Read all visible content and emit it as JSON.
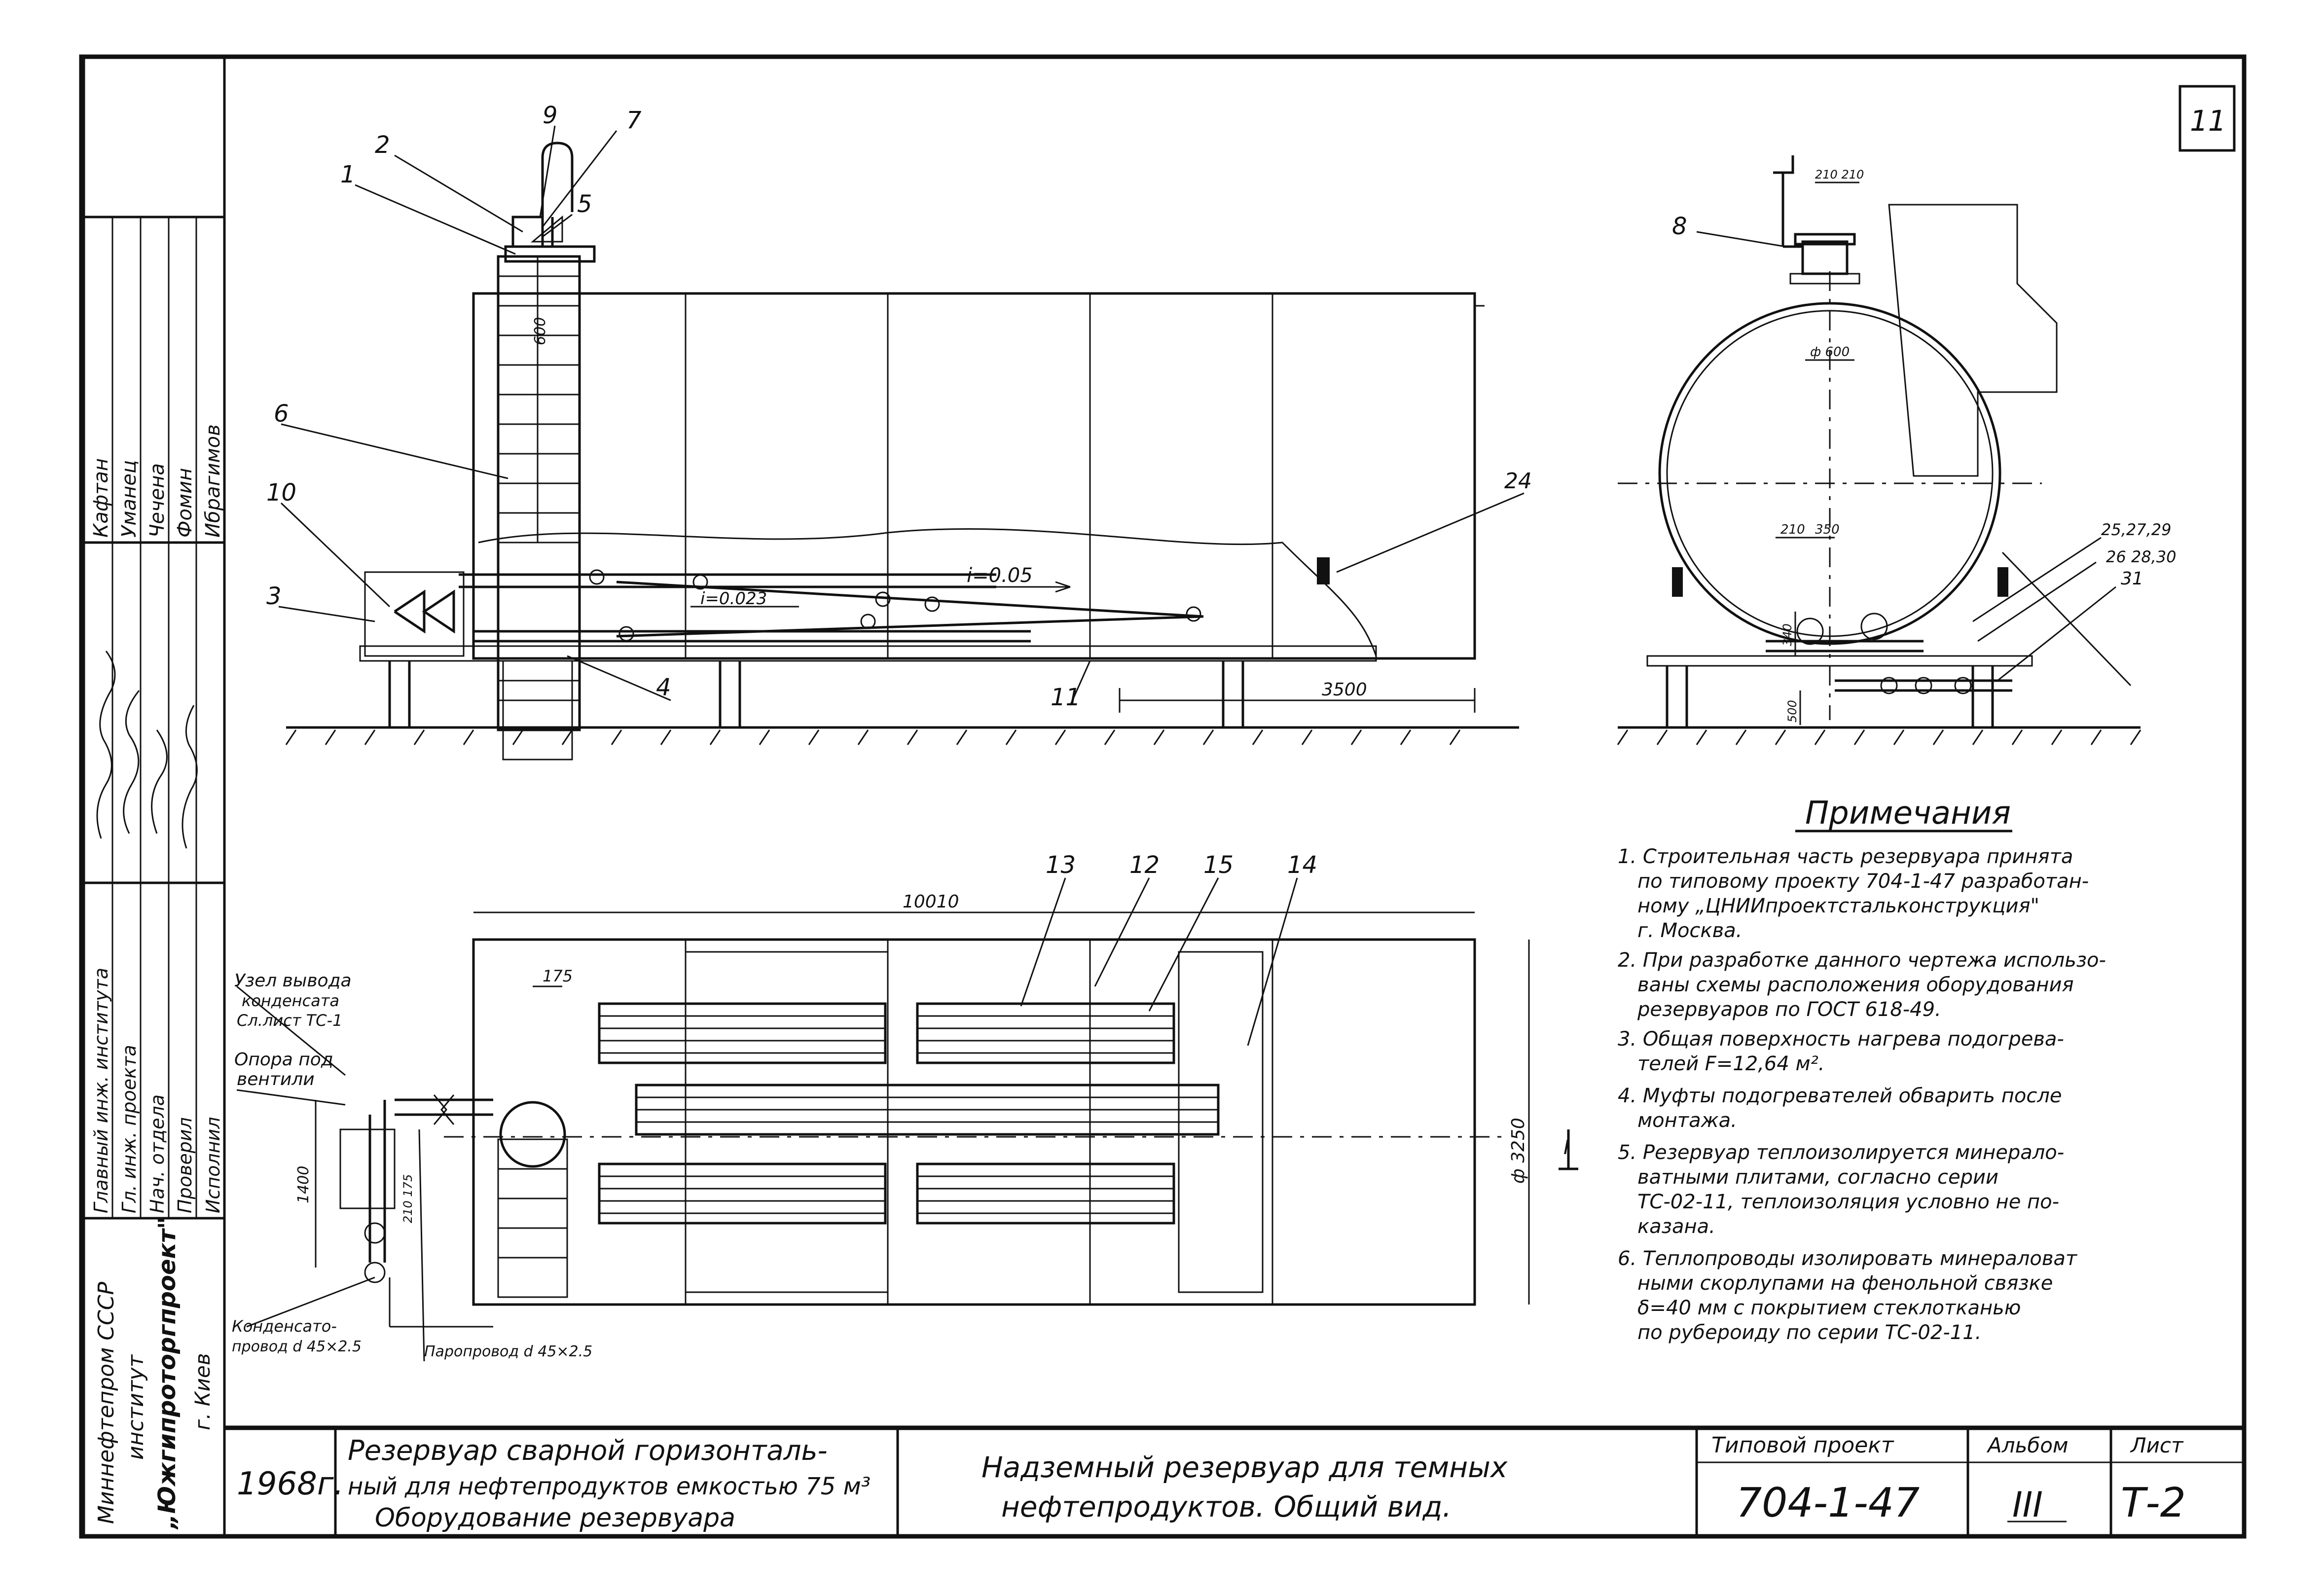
{
  "sheet_corner": "11",
  "callouts": {
    "elevation": [
      "1",
      "2",
      "9",
      "7",
      "5",
      "6",
      "10",
      "3",
      "4",
      "11",
      "24"
    ],
    "section": [
      "8",
      "25,27,29",
      "26 28,30",
      "31"
    ],
    "plan": [
      "13",
      "12",
      "15",
      "14"
    ]
  },
  "dimensions": {
    "d600_vert": "600",
    "slope_1": "i=0.05",
    "slope_2": "i=0.023",
    "len_3500": "3500",
    "d600_circle": "ф 600",
    "d_210_210": "210 210",
    "d_210": "210",
    "d_350": "350",
    "d_340": "340",
    "d_500": "500",
    "len_10010": "10010",
    "d_175": "175",
    "d_1400": "1400",
    "d_210_175": "210 175",
    "dia_3250": "ф 3250",
    "cut_mark": "I"
  },
  "plan_labels": {
    "condensate_node": [
      "Узел вывода",
      "конденсата",
      "Сл.лист ТС-1"
    ],
    "valve_support": [
      "Опора под",
      "вентили"
    ],
    "condensate_pipe": [
      "Конденсато-",
      "провод d 45×2.5"
    ],
    "steam_pipe": "Паропровод d 45×2.5"
  },
  "notes": {
    "title": "Примечания",
    "lines": [
      "1. Строительная часть резервуара принята",
      "по типовому проекту 704-1-47 разработан-",
      "ному „ЦНИИпроектстальконструкция\"",
      "г. Москва.",
      "2. При разработке данного чертежа использо-",
      "ваны схемы расположения оборудования",
      "резервуаров по ГОСТ 618-49.",
      "3. Общая поверхность нагрева подогрева-",
      "телей F=12,64 м².",
      "4. Муфты подогревателей обварить после",
      "монтажа.",
      "5. Резервуар теплоизолируется минерало-",
      "ватными плитами, согласно серии",
      "ТС-02-11, теплоизоляция условно не по-",
      "казана.",
      "6. Теплопроводы изолировать минераловат",
      "ными скорлупами на фенольной связке",
      "δ=40 мм с покрытием стеклотканью",
      "по рубероиду по серии ТС-02-11."
    ]
  },
  "side_stamp": {
    "row1": [
      "Кафтан",
      "Уманец",
      "Чечена",
      "Фомин",
      "Ибрагимов"
    ],
    "row2": [
      "Главный инж. института",
      "Гл. инж. проекта",
      "Нач. отдела",
      "Проверил",
      "Исполнил"
    ],
    "org": [
      "Миннефтепром СССР",
      "институт",
      "„Южгипроторгпроект\"",
      "г. Киев"
    ]
  },
  "title_block": {
    "year": "1968г.",
    "object": [
      "Резервуар сварной горизонталь-",
      "ный для нефтепродуктов емкостью 75 м³",
      "Оборудование резервуара"
    ],
    "sheet_title": [
      "Надземный резервуар для темных",
      "нефтепродуктов. Общий вид."
    ],
    "project_label": "Типовой проект",
    "project_value": "704-1-47",
    "album_label": "Альбом",
    "album_value": "III",
    "sheet_label": "Лист",
    "sheet_value": "Т-2"
  }
}
